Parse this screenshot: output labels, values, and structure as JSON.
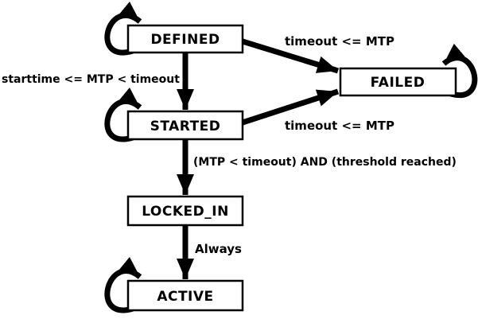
{
  "diagram": {
    "type": "state-machine",
    "colors": {
      "background": "#ffffff",
      "line": "#000000",
      "node_fill": "#ffffff",
      "text": "#000000"
    },
    "nodes": [
      {
        "id": "defined",
        "label": "DEFINED",
        "has_self_loop": true,
        "self_loop_side": "left"
      },
      {
        "id": "failed",
        "label": "FAILED",
        "has_self_loop": true,
        "self_loop_side": "right"
      },
      {
        "id": "started",
        "label": "STARTED",
        "has_self_loop": true,
        "self_loop_side": "left"
      },
      {
        "id": "locked_in",
        "label": "LOCKED_IN",
        "has_self_loop": false,
        "self_loop_side": ""
      },
      {
        "id": "active",
        "label": "ACTIVE",
        "has_self_loop": true,
        "self_loop_side": "left"
      }
    ],
    "edges": [
      {
        "from": "defined",
        "to": "failed",
        "label": "timeout <= MTP"
      },
      {
        "from": "defined",
        "to": "started",
        "label": "starttime <= MTP < timeout"
      },
      {
        "from": "started",
        "to": "failed",
        "label": "timeout <= MTP"
      },
      {
        "from": "started",
        "to": "locked_in",
        "label": "(MTP < timeout) AND (threshold reached)"
      },
      {
        "from": "locked_in",
        "to": "active",
        "label": "Always"
      },
      {
        "from": "defined",
        "to": "defined",
        "label": ""
      },
      {
        "from": "started",
        "to": "started",
        "label": ""
      },
      {
        "from": "failed",
        "to": "failed",
        "label": ""
      },
      {
        "from": "active",
        "to": "active",
        "label": ""
      }
    ]
  }
}
